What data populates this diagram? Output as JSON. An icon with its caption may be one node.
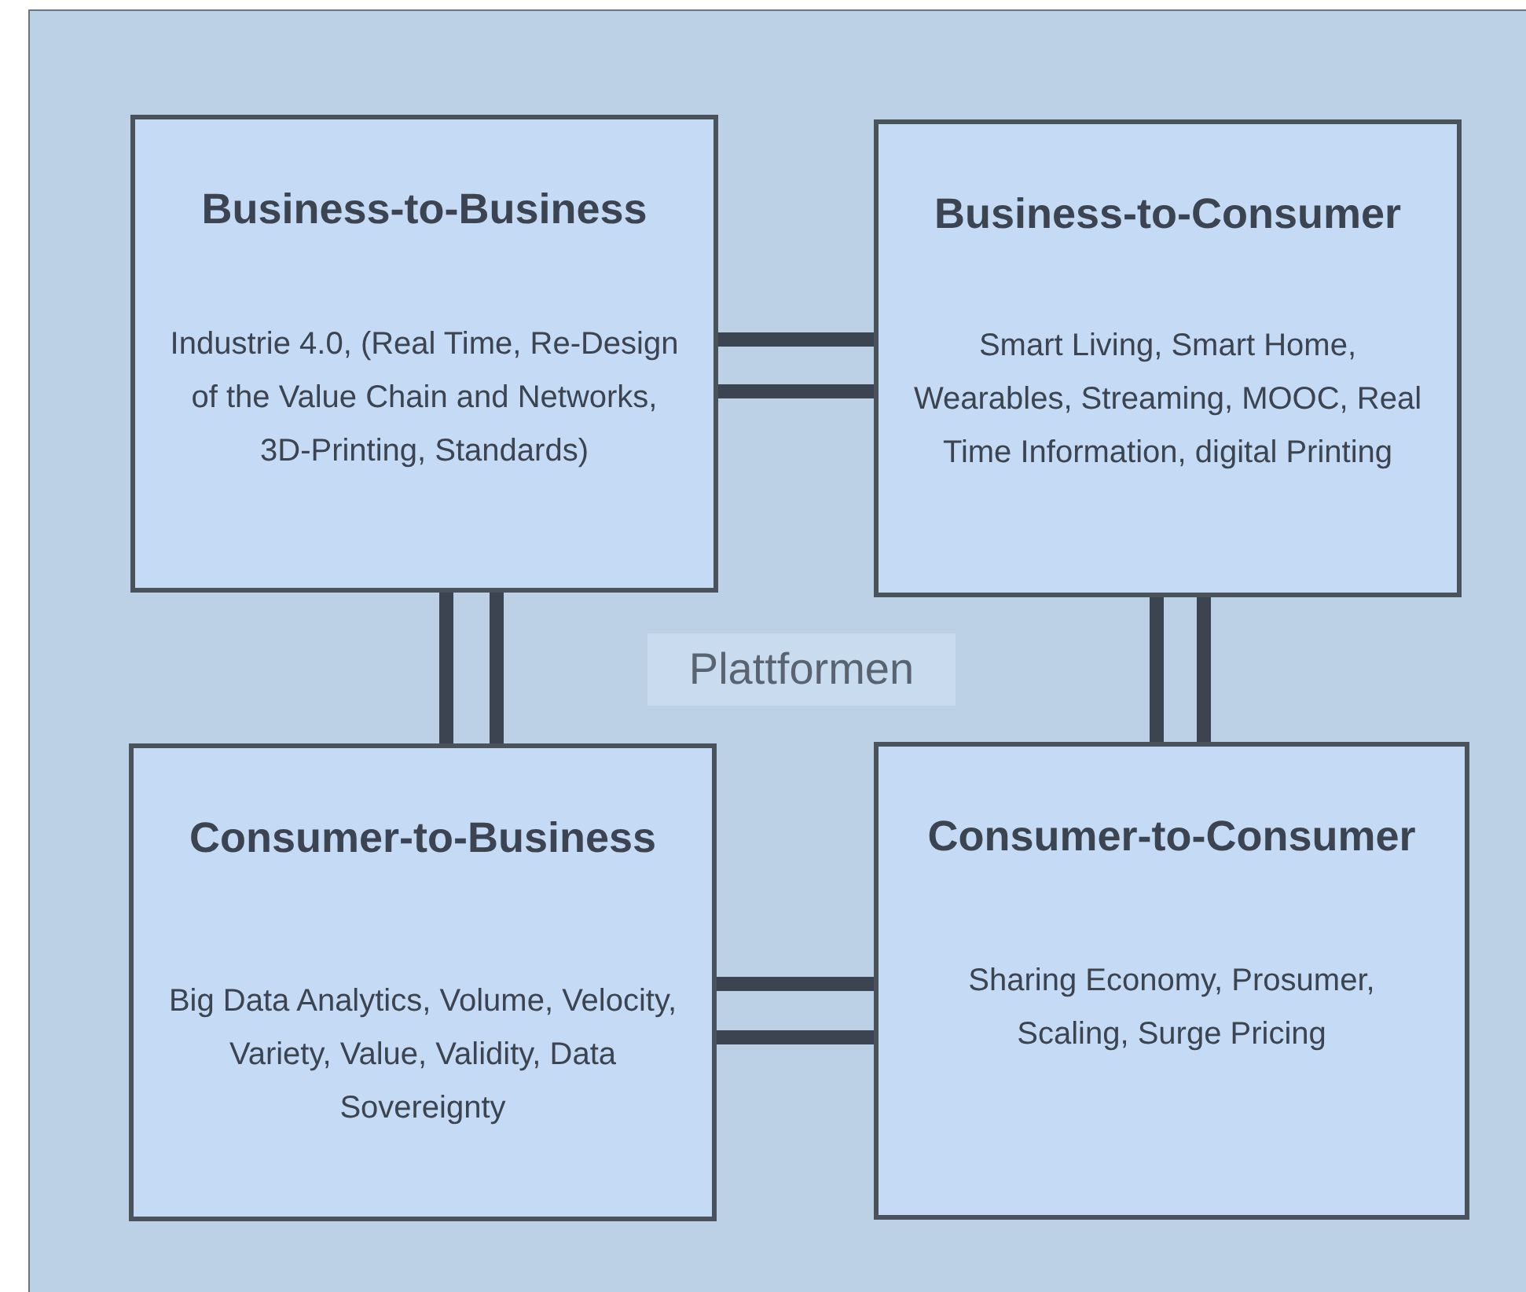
{
  "diagram": {
    "nodes": [
      {
        "text": [
          "Business-to-Business",
          "Industrie 4.0, (Real Time, Re-Design of the Value Chain and Networks, 3D-Printing, Standards)"
        ]
      },
      {
        "text": [
          "Business-to-Consumer",
          "Smart Living, Smart Home, Wearables, Streaming, MOOC, Real Time Information, digital Printing"
        ]
      },
      {
        "text": [
          "Consumer-to-Business",
          "Big Data Analytics, Volume, Velocity, Variety, Value, Validity, Data Sovereignty"
        ]
      },
      {
        "text": [
          "Consumer-to-Consumer",
          "Sharing Economy, Prosumer, Scaling, Surge Pricing"
        ]
      }
    ],
    "edges": [
      {
        "from": 0,
        "to": 1,
        "arrow": "none"
      },
      {
        "from": 0,
        "to": 1,
        "arrow": "none"
      },
      {
        "from": 0,
        "to": 2,
        "arrow": "none"
      },
      {
        "from": 0,
        "to": 2,
        "arrow": "none"
      },
      {
        "from": 1,
        "to": 3,
        "arrow": "none"
      },
      {
        "from": 1,
        "to": 3,
        "arrow": "none"
      },
      {
        "from": 2,
        "to": 3,
        "arrow": "none"
      },
      {
        "from": 2,
        "to": 3,
        "arrow": "none"
      }
    ],
    "labels": [
      "Plattformen"
    ]
  }
}
